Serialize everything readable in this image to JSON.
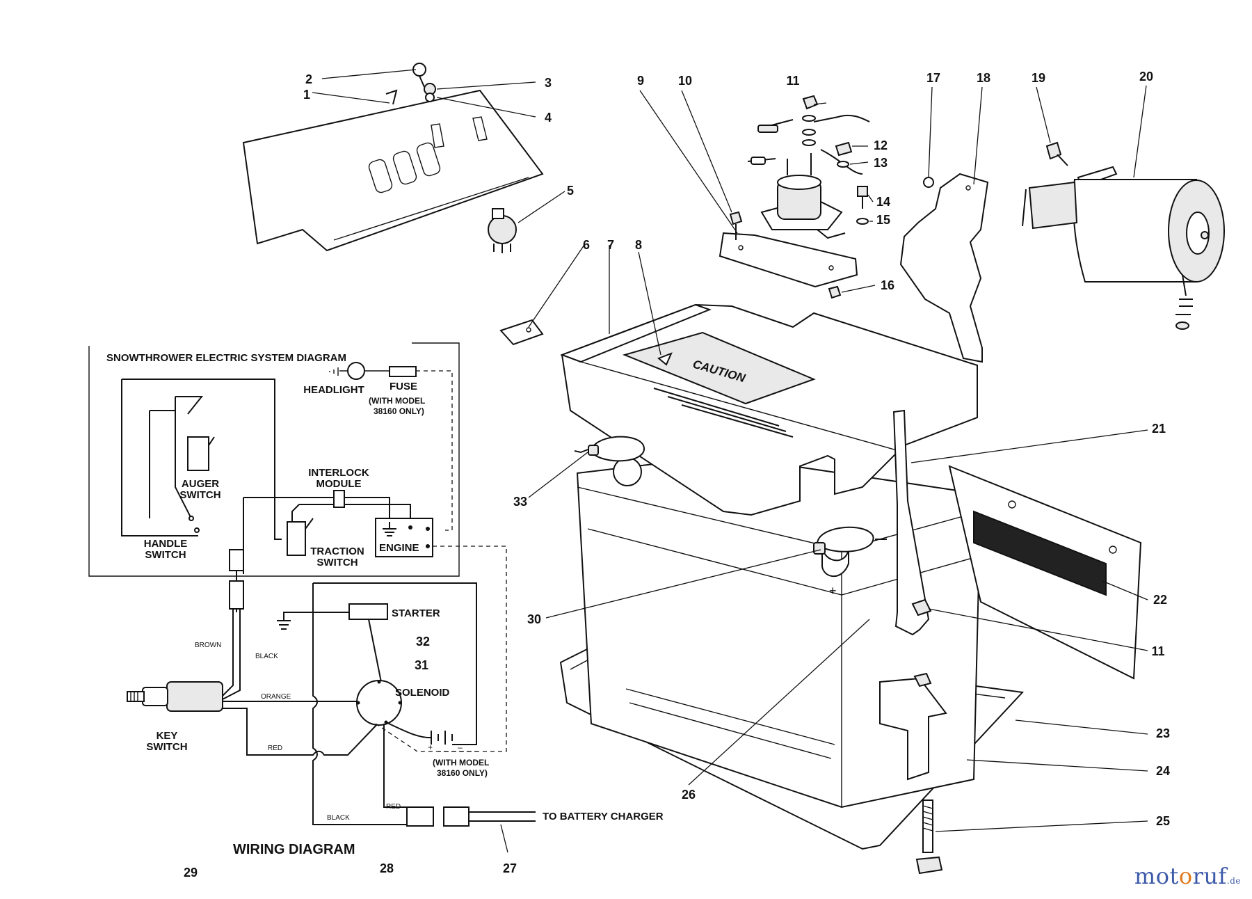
{
  "callouts": [
    "1",
    "2",
    "3",
    "4",
    "5",
    "6",
    "7",
    "8",
    "9",
    "10",
    "11",
    "12",
    "13",
    "14",
    "15",
    "16",
    "17",
    "18",
    "19",
    "20",
    "21",
    "22",
    "11",
    "23",
    "24",
    "25",
    "26",
    "27",
    "28",
    "29",
    "30",
    "31",
    "32",
    "33"
  ],
  "electric_diagram": {
    "title": "SNOWTHROWER ELECTRIC SYSTEM DIAGRAM",
    "headlight": "HEADLIGHT",
    "fuse": "FUSE",
    "fuse_note_1": "(WITH MODEL",
    "fuse_note_2": "38160 ONLY)",
    "auger_1": "AUGER",
    "auger_2": "SWITCH",
    "interlock_1": "INTERLOCK",
    "interlock_2": "MODULE",
    "handle_1": "HANDLE",
    "handle_2": "SWITCH",
    "traction_1": "TRACTION",
    "traction_2": "SWITCH",
    "engine": "ENGINE"
  },
  "wiring_diagram": {
    "title": "WIRING DIAGRAM",
    "starter": "STARTER",
    "solenoid": "SOLENOID",
    "key_1": "KEY",
    "key_2": "SWITCH",
    "charger": "TO BATTERY CHARGER",
    "battery_note_1": "(WITH MODEL",
    "battery_note_2": "38160 ONLY)",
    "wire_brown": "BROWN",
    "wire_black": "BLACK",
    "wire_orange": "ORANGE",
    "wire_red": "RED",
    "wire_black_2": "BLACK",
    "wire_red_2": "RED"
  },
  "decal_text": "CAUTION",
  "battery_plus": "+",
  "brand": {
    "part1": "mot",
    "part2": "o",
    "part3": "ruf",
    "suffix": ".de"
  }
}
